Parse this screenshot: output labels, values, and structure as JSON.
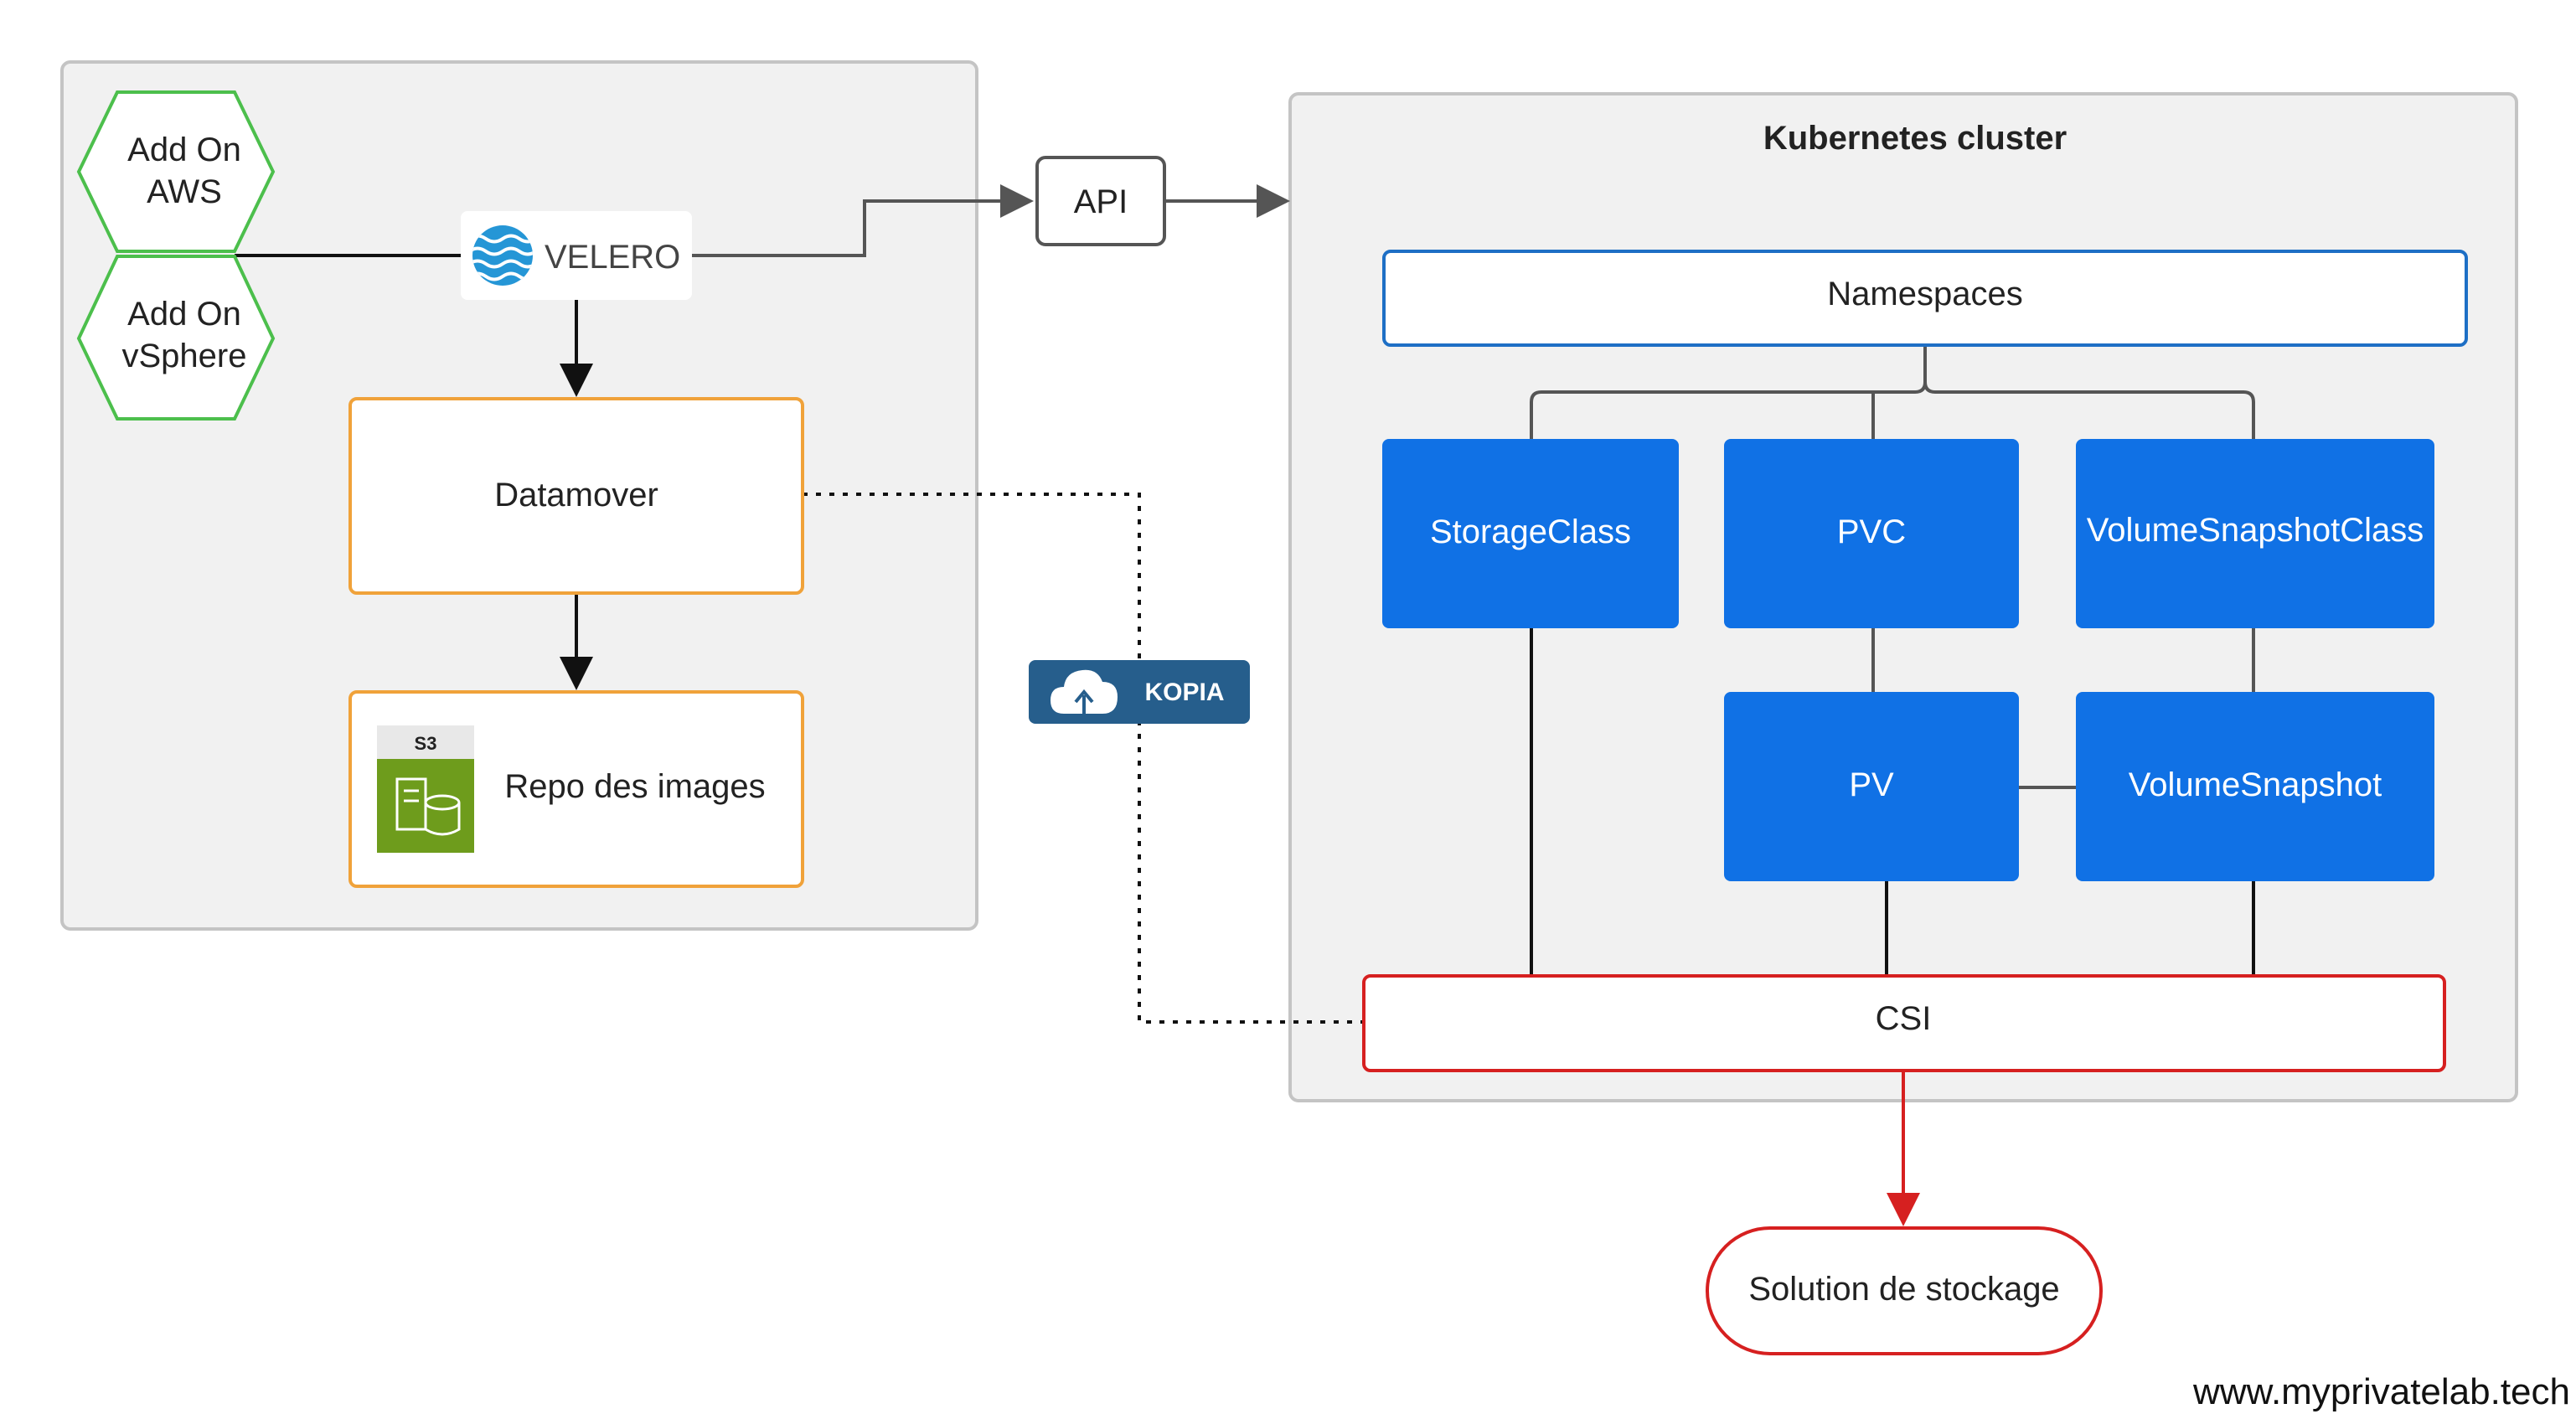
{
  "diagram": {
    "left_group": {
      "addon_aws": [
        "Add On",
        "AWS"
      ],
      "addon_vsphere": [
        "Add On",
        "vSphere"
      ],
      "velero_label": "VELERO",
      "datamover": "Datamover",
      "repo": "Repo des images",
      "s3_badge": "S3"
    },
    "api": "API",
    "kopia": "KOPIA",
    "cluster": {
      "title": "Kubernetes cluster",
      "namespaces": "Namespaces",
      "storageclass": "StorageClass",
      "pvc": "PVC",
      "volumesnapshotclass": "VolumeSnapshotClass",
      "pv": "PV",
      "volumesnapshot": "VolumeSnapshot",
      "csi": "CSI"
    },
    "storage_solution": "Solution de stockage",
    "watermark": "www.myprivatelab.tech"
  },
  "colors": {
    "group_fill": "#f1f1f1",
    "group_border": "#c4c4c4",
    "k8s_blue": "#1071e5",
    "namespaces_border": "#1e6fc5",
    "datamover_border": "#f0a23a",
    "addon_border": "#4cbf4c",
    "csi_red": "#d62020",
    "kopia_fill": "#265e8c",
    "s3_green": "#6e9c1c",
    "velero_blue": "#2596d6"
  },
  "icons": {
    "velero_logo": "velero-wave-icon",
    "repo": "s3-bucket-icon",
    "kopia": "cloud-upload-icon"
  }
}
